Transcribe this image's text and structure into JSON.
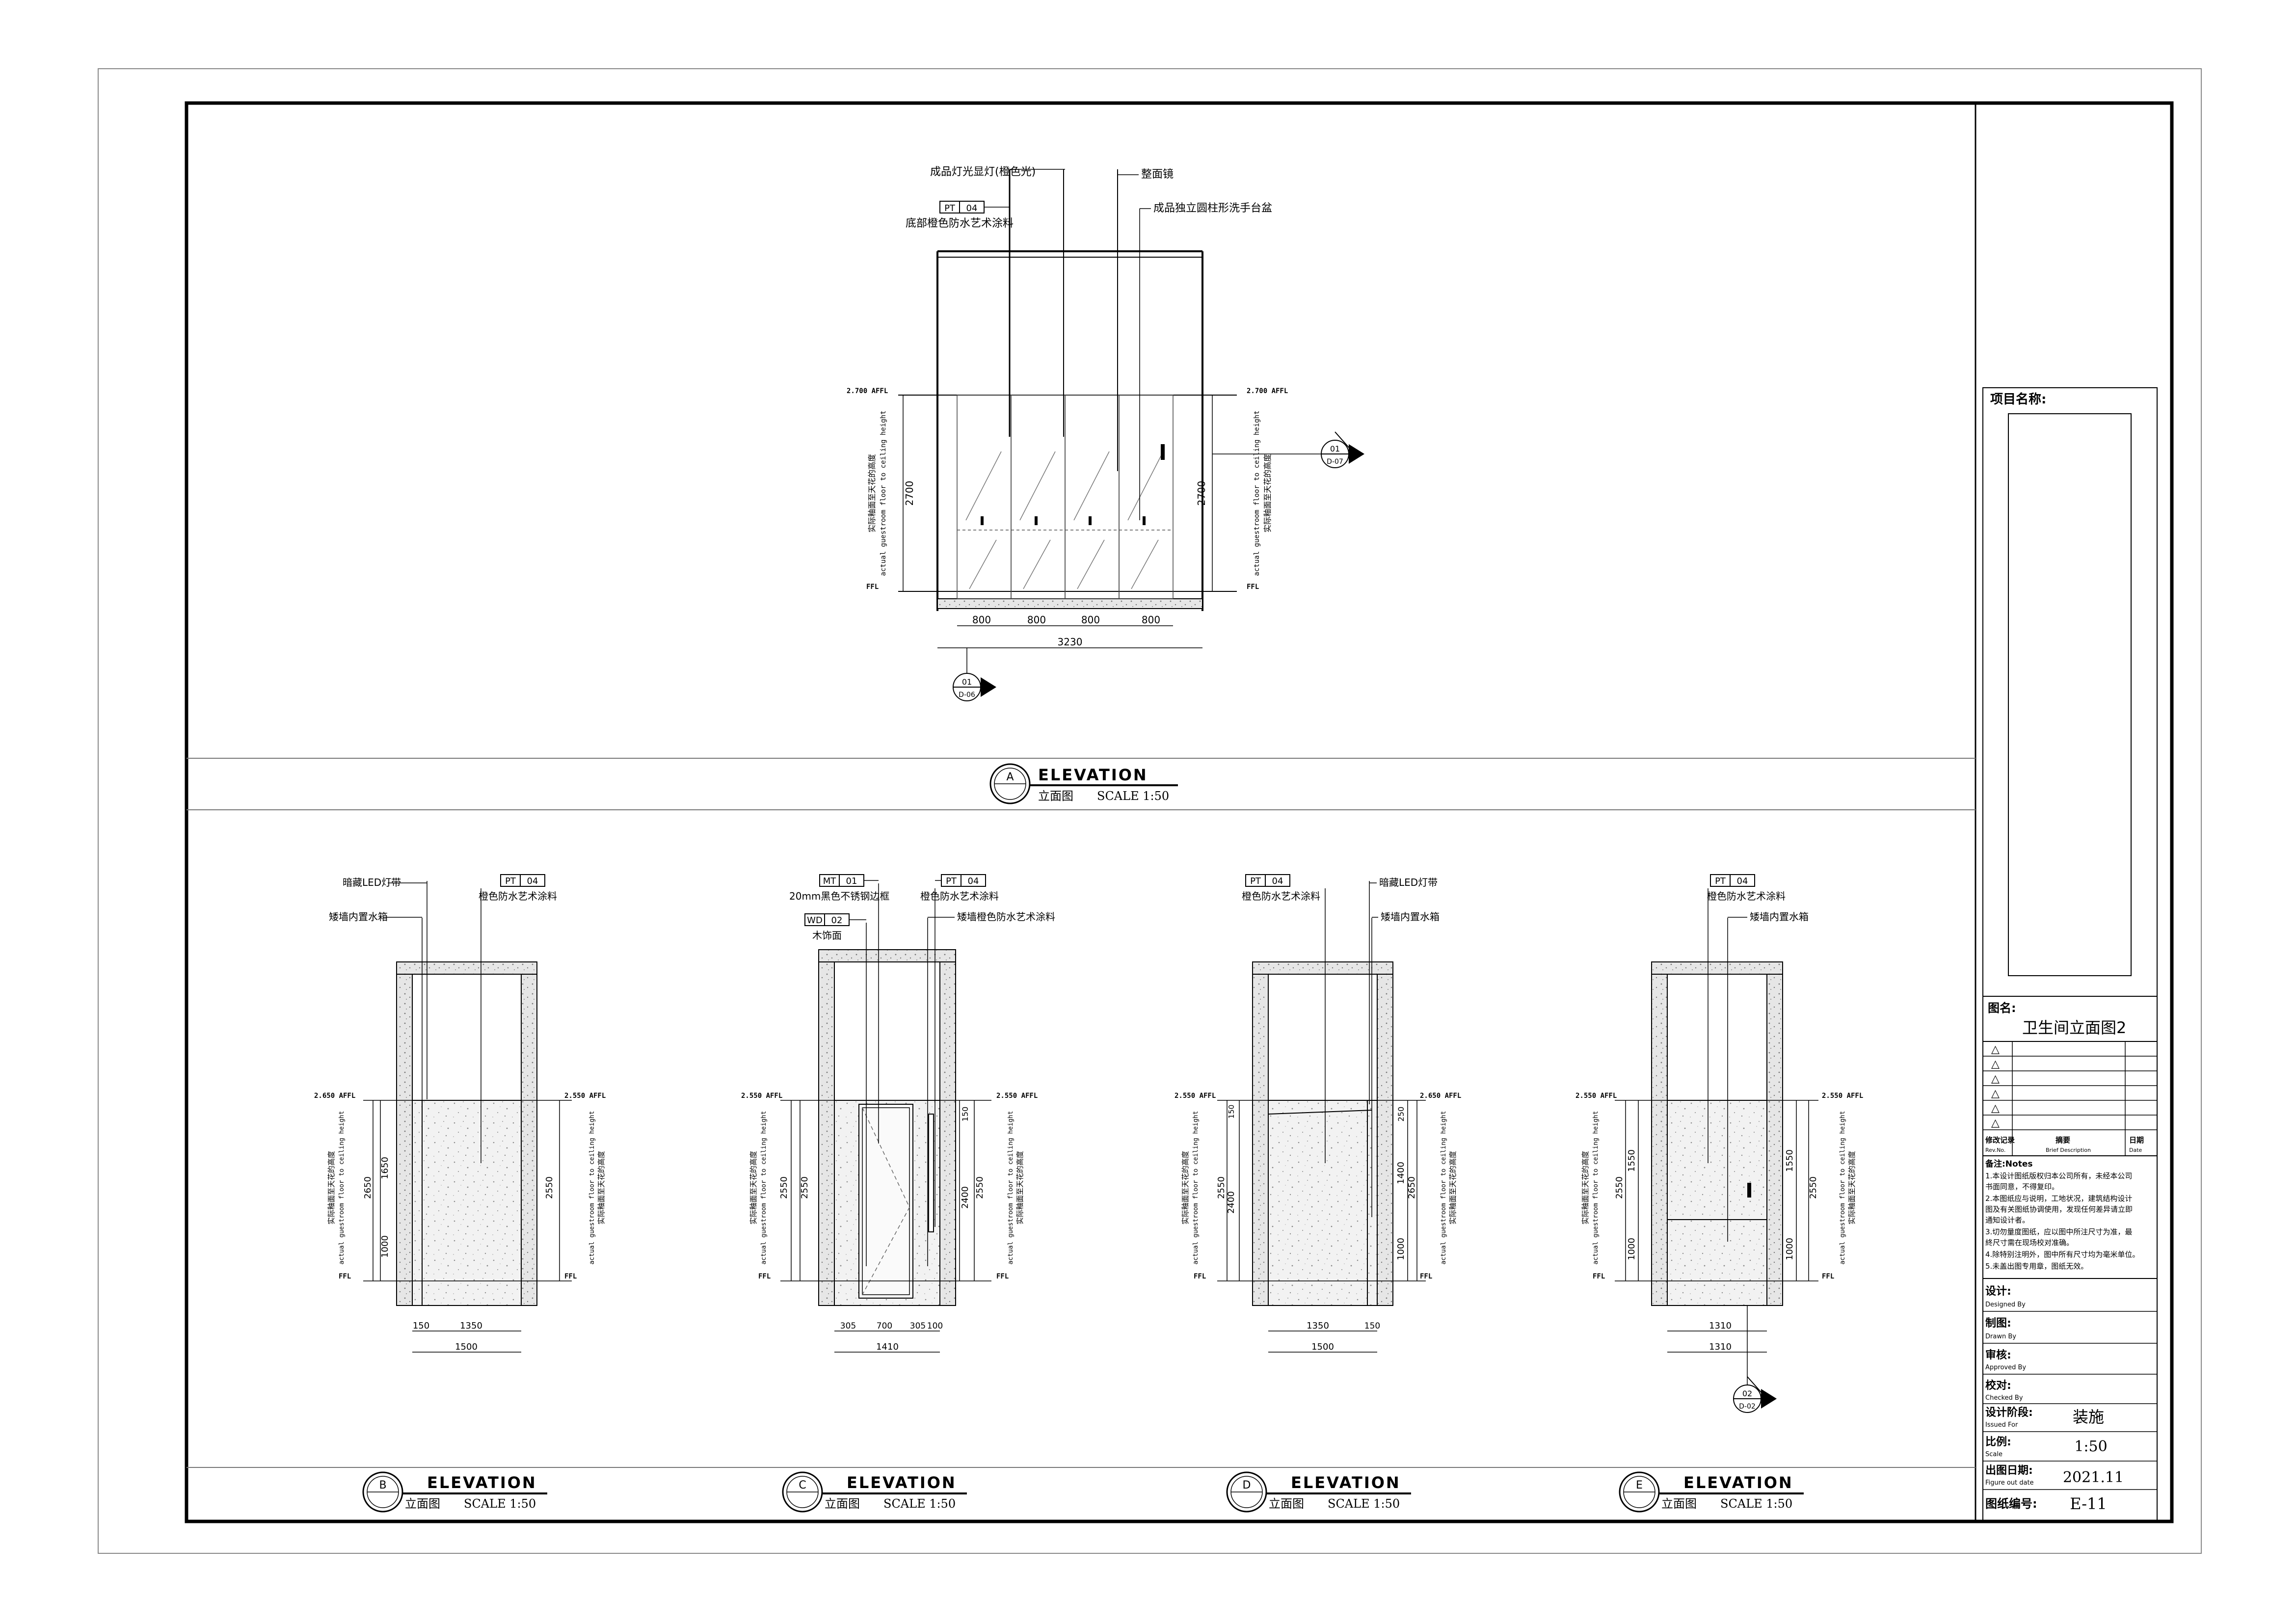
{
  "title_block": {
    "project_name_label": "项目名称:",
    "drawing_name_label": "图名:",
    "drawing_name": "卫生间立面图2",
    "revision_symbol": "△",
    "revision_headers": {
      "record": "修改记录",
      "record_en": "Rev.No.",
      "summary": "摘要",
      "summary_en": "Brief Description",
      "date": "日期",
      "date_en": "Date"
    },
    "notes_title": "备注:Notes",
    "notes": [
      "1.本设计图纸版权归本公司所有，未经本公司",
      "书面同意，不得复印。",
      "2.本图纸应与说明，工地状况，建筑结构设计",
      "图及有关图纸协调使用，发现任何差异请立即",
      "通知设计者。",
      "3.切勿量度图纸，应以图中所注尺寸为准，最",
      "終尺寸需在现场校对准确。",
      "4.除特别注明外，图中所有尺寸均为毫米单位。",
      "5.未盖出图专用章，图纸无效。"
    ],
    "designed_label": "设计:",
    "designed_en": "Designed By",
    "drawn_label": "制图:",
    "drawn_en": "Drawn By",
    "approved_label": "审核:",
    "approved_en": "Approved By",
    "checked_label": "校对:",
    "checked_en": "Checked By",
    "phase_label": "设计阶段:",
    "phase_en": "Issued For",
    "phase_value": "装施",
    "scale_label": "比例:",
    "scale_en": "Scale",
    "scale_value": "1:50",
    "date_label": "出图日期:",
    "date_en": "Figure out date",
    "date_value": "2021.11",
    "number_label": "图纸编号:",
    "number_value": "E-11"
  },
  "elevation_a": {
    "callouts": {
      "light": "成品灯光显灯(橙色光)",
      "mirror": "整面镜",
      "basin": "成品独立圆柱形洗手台盆",
      "pt_tag": "PT",
      "pt_num": "04",
      "paint": "底部橙色防水艺术涂料"
    },
    "level_left": "2.700 AFFL",
    "level_right": "2.700 AFFL",
    "ffl": "FFL",
    "height": "2700",
    "vertical_label_cn": "实际釉面至天花的高度",
    "vertical_label_en": "actual guestroom floor to ceiling height",
    "dims": [
      "800",
      "800",
      "800",
      "800"
    ],
    "total": "3230",
    "section_right_top": "01",
    "section_right_bottom": "D-07",
    "section_bottom_top": "01",
    "section_bottom_bottom": "D-06",
    "label_letter": "A",
    "label_title": "ELEVATION",
    "label_sub": "立面图",
    "label_scale": "SCALE 1:50"
  },
  "elevation_b": {
    "callout_led": "暗藏LED灯带",
    "callout_tank": "矮墙内置水箱",
    "pt_tag": "PT",
    "pt_num": "04",
    "callout_paint": "橙色防水艺术涂料",
    "level_left": "2.650 AFFL",
    "level_right": "2.550 AFFL",
    "ffl": "FFL",
    "vertical_label_cn": "实际釉面至天花的高度",
    "vertical_label_en": "actual guestroom floor to ceiling height",
    "dims_left": [
      "1650",
      "1000"
    ],
    "total_left": "2650",
    "total_right": "2550",
    "dims_bottom": [
      "150",
      "1350"
    ],
    "total_bottom": "1500",
    "label_letter": "B",
    "label_title": "ELEVATION",
    "label_sub": "立面图",
    "label_scale": "SCALE 1:50"
  },
  "elevation_c": {
    "mt_tag": "MT",
    "mt_num": "01",
    "callout_mt": "20mm黑色不锈钢边框",
    "wd_tag": "WD",
    "wd_num": "02",
    "callout_wd": "木饰面",
    "pt_tag": "PT",
    "pt_num": "04",
    "callout_paint": "橙色防水艺术涂料",
    "callout_wall": "矮墙橙色防水艺术涂料",
    "level_left": "2.550 AFFL",
    "level_right": "2.550 AFFL",
    "ffl": "FFL",
    "vertical_label_cn": "实际釉面至天花的高度",
    "vertical_label_en": "actual guestroom floor to ceiling height",
    "total_left": "2550",
    "total_left2": "2550",
    "dims_right": [
      "150",
      "2400"
    ],
    "total_right": "2550",
    "dims_bottom": [
      "305",
      "700",
      "305",
      "100"
    ],
    "total_bottom": "1410",
    "label_letter": "C",
    "label_title": "ELEVATION",
    "label_sub": "立面图",
    "label_scale": "SCALE 1:50"
  },
  "elevation_d": {
    "pt_tag": "PT",
    "pt_num": "04",
    "callout_paint": "橙色防水艺术涂料",
    "callout_led": "暗藏LED灯带",
    "callout_tank": "矮墙内置水箱",
    "level_left": "2.550 AFFL",
    "level_right": "2.650 AFFL",
    "ffl": "FFL",
    "vertical_label_cn": "实际釉面至天花的高度",
    "vertical_label_en": "actual guestroom floor to ceiling height",
    "dims_left": [
      "150",
      "2400"
    ],
    "total_left": "2550",
    "dims_right": [
      "250",
      "1400",
      "1000"
    ],
    "total_right": "2650",
    "dims_bottom": [
      "1350",
      "150"
    ],
    "total_bottom": "1500",
    "label_letter": "D",
    "label_title": "ELEVATION",
    "label_sub": "立面图",
    "label_scale": "SCALE 1:50"
  },
  "elevation_e": {
    "pt_tag": "PT",
    "pt_num": "04",
    "callout_paint": "橙色防水艺术涂料",
    "callout_tank": "矮墙内置水箱",
    "level_left": "2.550 AFFL",
    "level_right": "2.550 AFFL",
    "ffl": "FFL",
    "vertical_label_cn": "实际釉面至天花的高度",
    "vertical_label_en": "actual guestroom floor to ceiling height",
    "dims_left": [
      "1550",
      "1000"
    ],
    "total_left": "2550",
    "dims_right": [
      "1550",
      "1000"
    ],
    "total_right": "2550",
    "dims_bottom": [
      "1310"
    ],
    "total_bottom": "1310",
    "section_top": "02",
    "section_bottom": "D-02",
    "label_letter": "E",
    "label_title": "ELEVATION",
    "label_sub": "立面图",
    "label_scale": "SCALE 1:50"
  }
}
